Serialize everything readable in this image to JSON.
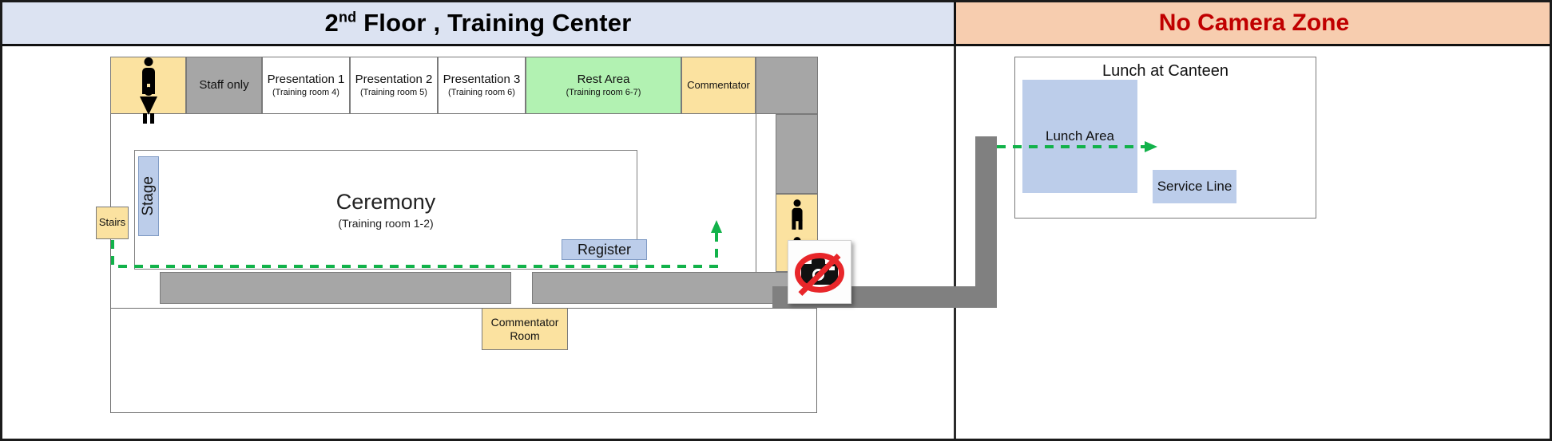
{
  "headers": {
    "left": {
      "prefix": "2",
      "sup": "nd",
      "rest": " Floor , Training Center"
    },
    "right": {
      "title": "No Camera Zone",
      "color": "#c00000"
    }
  },
  "floor_plan": {
    "top_row": [
      {
        "name": "toilet-left",
        "label": "",
        "icon": "restroom-icon",
        "fill": "#fbe2a0"
      },
      {
        "name": "staff-only",
        "label": "Staff only",
        "sub": "",
        "fill": "#a6a6a6"
      },
      {
        "name": "presentation-1",
        "label": "Presentation 1",
        "sub": "(Training room 4)",
        "fill": "#ffffff"
      },
      {
        "name": "presentation-2",
        "label": "Presentation 2",
        "sub": "(Training room 5)",
        "fill": "#ffffff"
      },
      {
        "name": "presentation-3",
        "label": "Presentation 3",
        "sub": "(Training room 6)",
        "fill": "#ffffff"
      },
      {
        "name": "rest-area",
        "label": "Rest Area",
        "sub": "(Training room 6-7)",
        "fill": "#b2f2b2"
      },
      {
        "name": "commentator",
        "label": "Commentator",
        "sub": "",
        "fill": "#fbe2a0"
      }
    ],
    "ceremony": {
      "label": "Ceremony",
      "sub": "(Training room 1-2)"
    },
    "stage": {
      "label": "Stage"
    },
    "stairs": {
      "label": "Stairs"
    },
    "register": {
      "label": "Register"
    },
    "commentator_room": {
      "line1": "Commentator",
      "line2": "Room"
    },
    "toilet_right": {
      "icon": "restroom-icon"
    },
    "route": {
      "color": "#12b24a",
      "style": "dashed",
      "description": "Stairs to Register"
    }
  },
  "canteen": {
    "title": "Lunch at Canteen",
    "lunch_area": {
      "label": "Lunch Area"
    },
    "service_line": {
      "label": "Service Line"
    },
    "route": {
      "color": "#12b24a",
      "style": "dashed"
    },
    "no_camera_sign": {
      "icon": "no-camera-icon"
    }
  },
  "colors": {
    "header_left_bg": "#dce3f2",
    "header_right_bg": "#f7cdaf",
    "yellow": "#fbe2a0",
    "gray": "#a6a6a6",
    "green": "#b2f2b2",
    "blue": "#bccdea",
    "corridor": "#808080",
    "route_green": "#12b24a"
  }
}
